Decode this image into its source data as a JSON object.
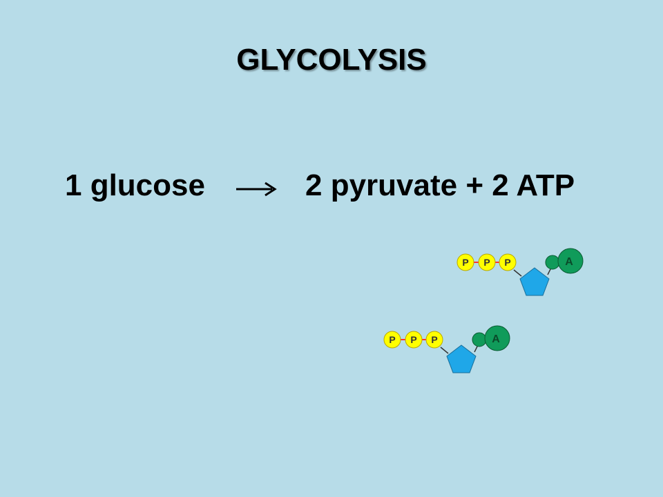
{
  "slide": {
    "title": "GLYCOLYSIS",
    "background": "#b7dce8",
    "equation": {
      "reactant": "1 glucose",
      "products": "2 pyruvate + 2 ATP"
    },
    "atp_molecules": [
      {
        "phosphates": [
          "P",
          "P",
          "P"
        ],
        "base": "A"
      },
      {
        "phosphates": [
          "P",
          "P",
          "P"
        ],
        "base": "A"
      }
    ],
    "colors": {
      "phosphate": "#ffff00",
      "phosphate_bond": "#ff3333",
      "ribose": "#1fa7e8",
      "adenine": "#109b5a",
      "adenine_text": "#0a4a2a"
    }
  }
}
